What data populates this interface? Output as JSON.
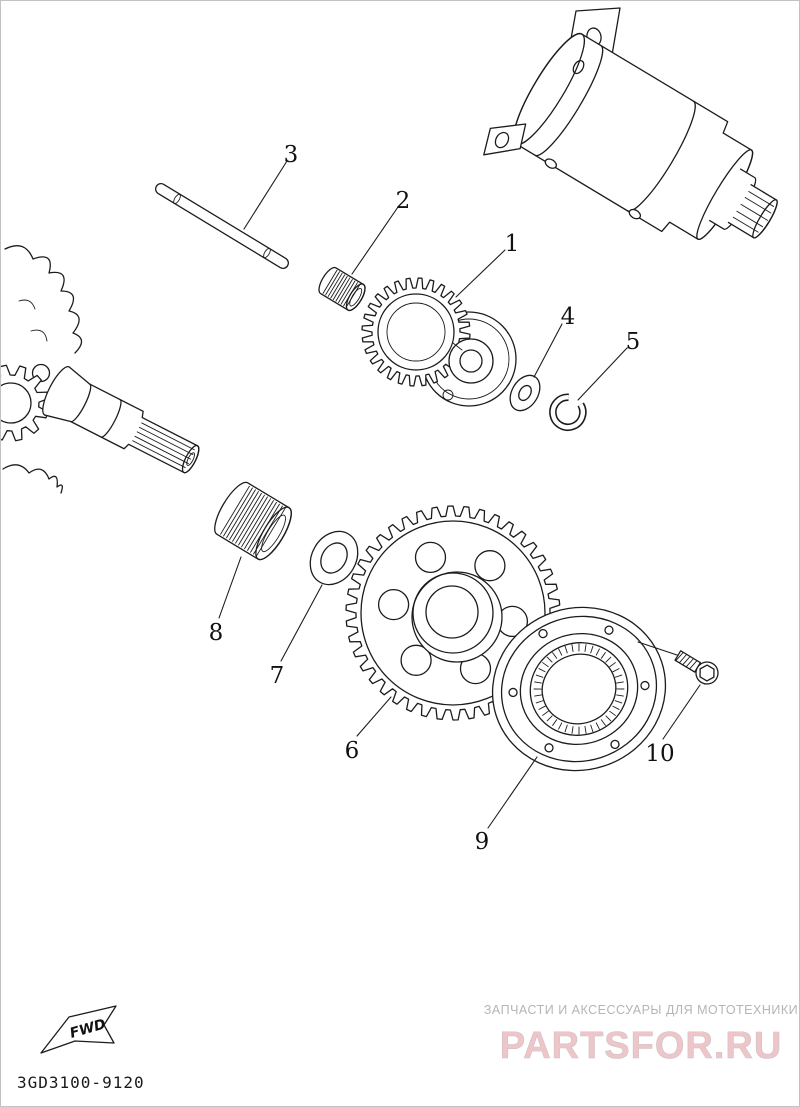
{
  "footer": {
    "code": "3GD3100-9120"
  },
  "fwd": {
    "label": "FWD"
  },
  "watermark": {
    "line1": "ЗАПЧАСТИ И АКСЕССУАРЫ ДЛЯ МОТОТЕХНИКИ",
    "line2": "PARTSFOR.RU",
    "text_color": "#b5b5b5",
    "logo_color": "#eec6c9"
  },
  "callouts": [
    {
      "label": "1"
    },
    {
      "label": "2"
    },
    {
      "label": "3"
    },
    {
      "label": "4"
    },
    {
      "label": "5"
    },
    {
      "label": "6"
    },
    {
      "label": "7"
    },
    {
      "label": "8"
    },
    {
      "label": "9"
    },
    {
      "label": "10"
    }
  ]
}
